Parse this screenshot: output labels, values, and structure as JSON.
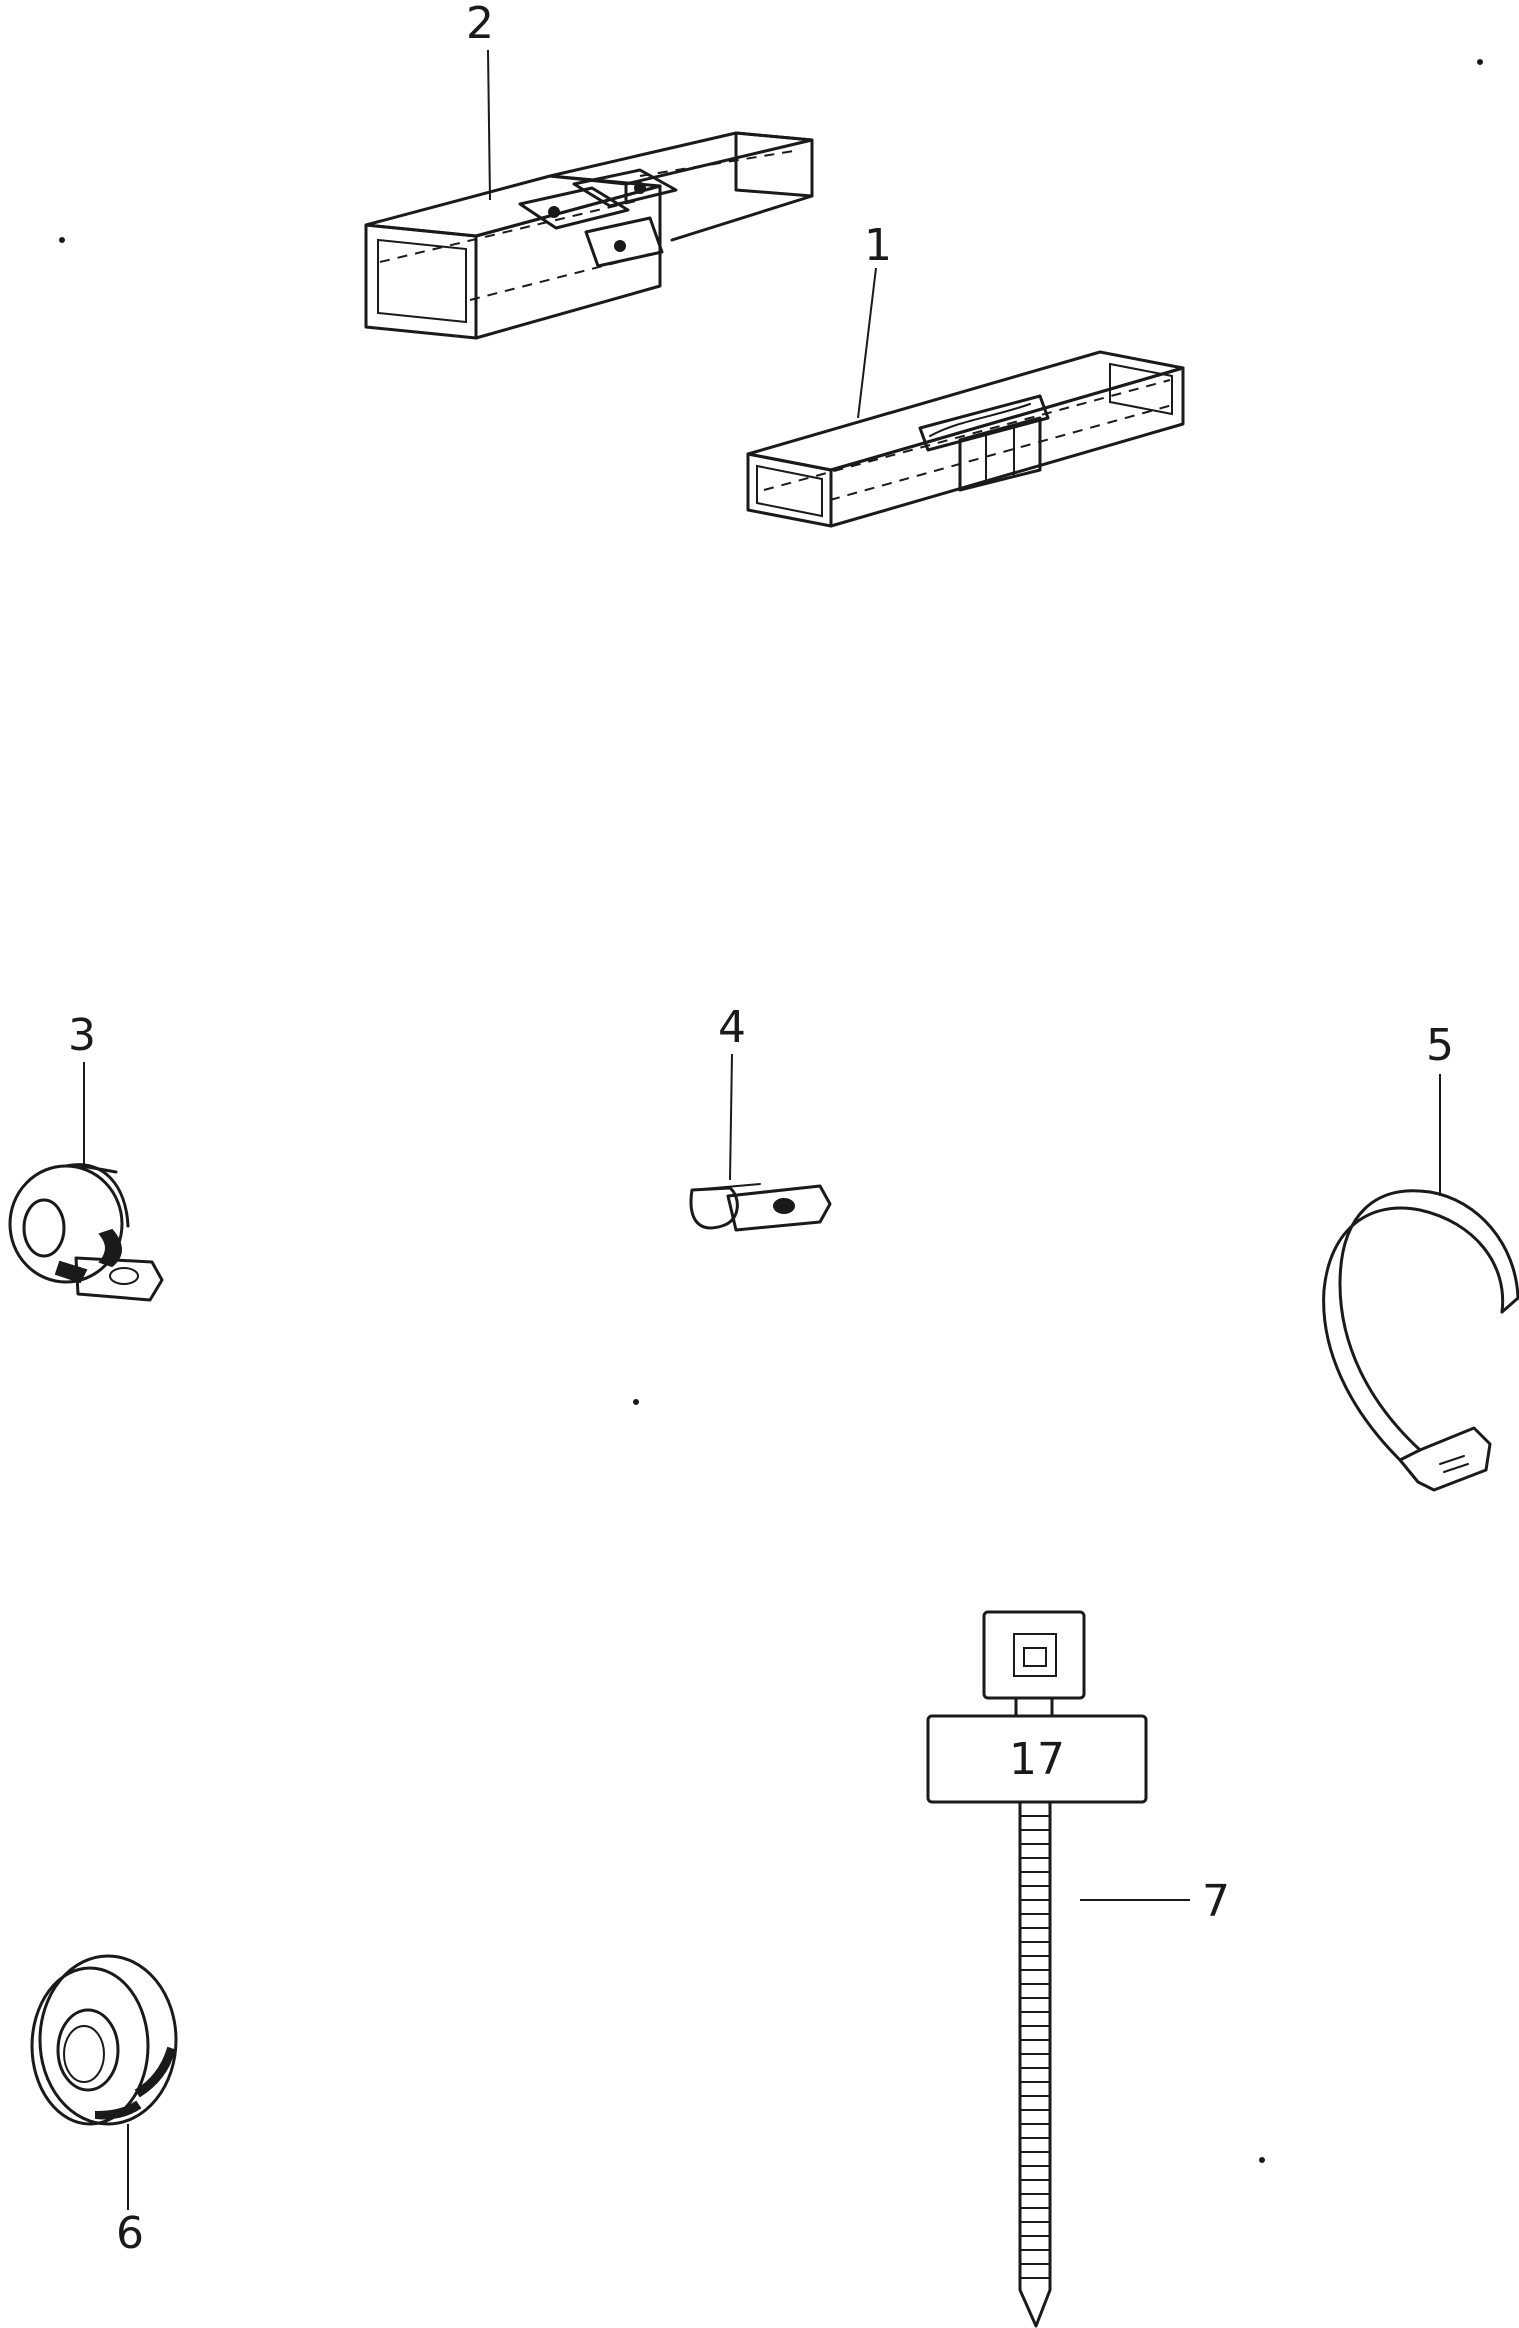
{
  "diagram": {
    "callouts": {
      "part_1": "1",
      "part_2": "2",
      "part_3": "3",
      "part_4": "4",
      "part_5": "5",
      "part_6": "6",
      "part_7": "7"
    },
    "tie_tag_label": "17",
    "ink_color": "#1a1a1a",
    "background_color": "#ffffff"
  }
}
